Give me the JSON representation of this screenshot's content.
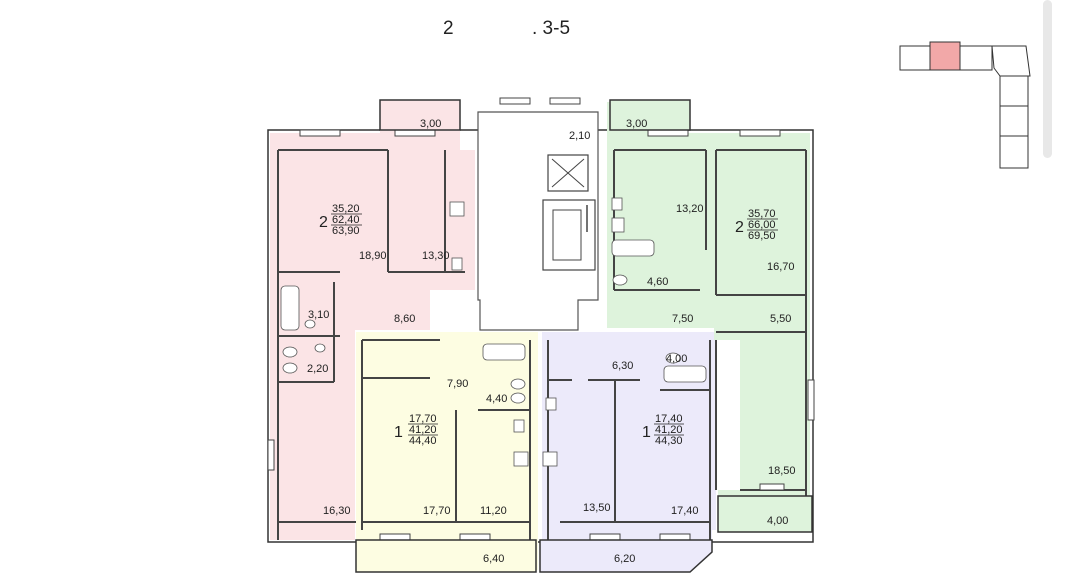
{
  "header": {
    "left": "2",
    "right": ". 3-5"
  },
  "colors": {
    "pink": "#fbe4e6",
    "green": "#def3dc",
    "yellow": "#fdfde2",
    "lavender": "#eceafa",
    "highlight": "#f2a8a8"
  },
  "apartments": [
    {
      "rooms": "2",
      "living": "35,20",
      "total": "62,40",
      "full": "63,90",
      "color": "pink"
    },
    {
      "rooms": "2",
      "living": "35,70",
      "total": "66,00",
      "full": "69,50",
      "color": "green"
    },
    {
      "rooms": "1",
      "living": "17,70",
      "total": "41,20",
      "full": "44,40",
      "color": "yellow"
    },
    {
      "rooms": "1",
      "living": "17,40",
      "total": "41,20",
      "full": "44,30",
      "color": "lavender"
    }
  ],
  "rooms": {
    "r1": "3,00",
    "r2": "2,10",
    "r3": "3,00",
    "r4": "13,20",
    "r5": "18,90",
    "r6": "13,30",
    "r7": "16,70",
    "r8": "4,60",
    "r9": "3,10",
    "r10": "8,60",
    "r11": "7,50",
    "r12": "5,50",
    "r13": "6,30",
    "r14": "4,00",
    "r15": "7,90",
    "r16": "2,20",
    "r17": "4,40",
    "r18": "18,50",
    "r19": "16,30",
    "r20": "17,70",
    "r21": "11,20",
    "r22": "13,50",
    "r23": "17,40",
    "r24": "4,00",
    "r25": "6,40",
    "r26": "6,20"
  }
}
